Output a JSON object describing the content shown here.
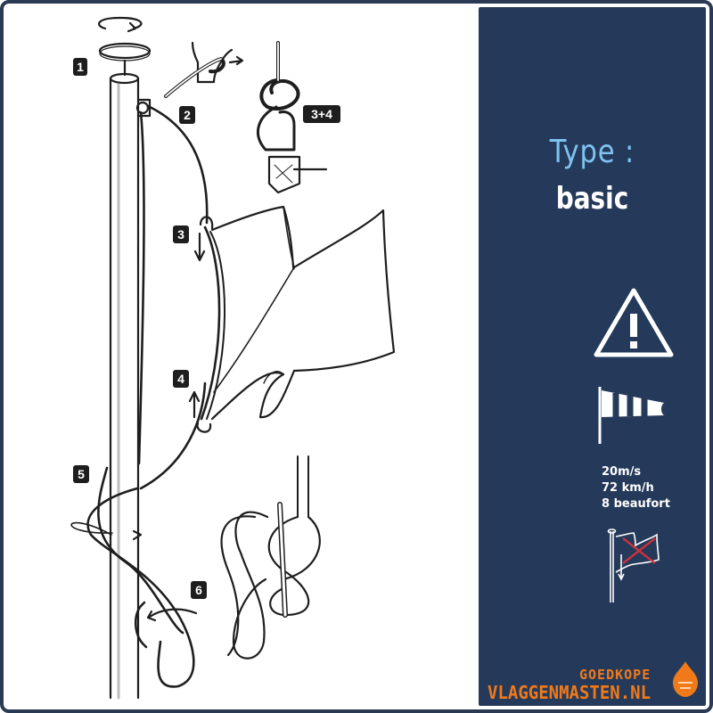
{
  "steps": {
    "s1": "1",
    "s2": "2",
    "s34": "3+4",
    "s3": "3",
    "s4": "4",
    "s5": "5",
    "s6": "6"
  },
  "panel": {
    "type_label": "Type :",
    "type_value": "basic",
    "wind_ms": "20m/s",
    "wind_kmh": "72 km/h",
    "wind_beaufort": "8 beaufort"
  },
  "brand": {
    "top": "GOEDKOPE",
    "main": "VLAGGENMASTEN.NL"
  },
  "icons": [
    "warning-triangle-icon",
    "windsock-icon",
    "flag-down-icon",
    "droplet-logo-icon"
  ],
  "colors": {
    "panel_bg": "#253a5a",
    "type_label": "#7ec3f0",
    "brand_orange": "#f07a1a",
    "border": "#2a3a55"
  }
}
